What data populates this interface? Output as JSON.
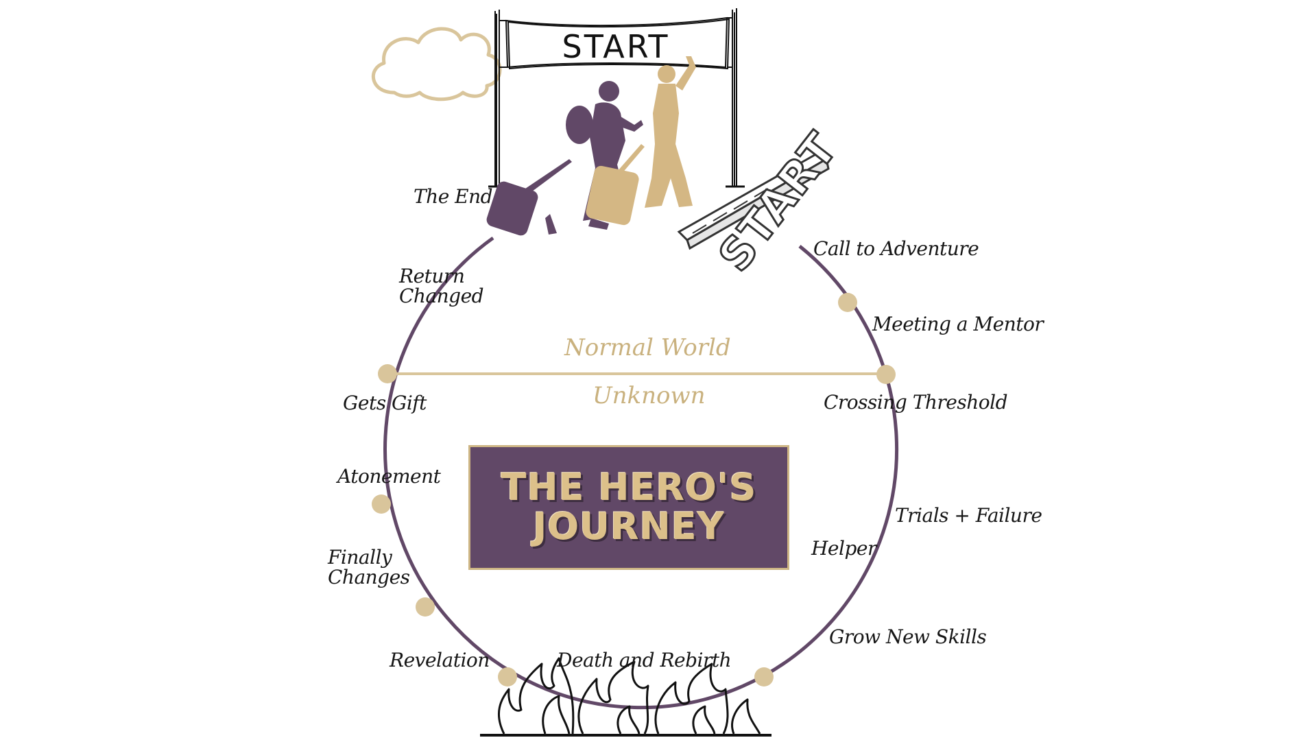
{
  "title": {
    "line1": "THE HERO'S",
    "line2": "JOURNEY"
  },
  "banner": {
    "text": "START"
  },
  "start_marker": {
    "text": "START"
  },
  "worlds": {
    "top": "Normal World",
    "bottom": "Unknown"
  },
  "stages": {
    "the_end": "The End",
    "call_to_adventure": "Call to Adventure",
    "meeting_mentor": "Meeting a Mentor",
    "crossing_threshold": "Crossing Threshold",
    "trials_failure": "Trials + Failure",
    "helper": "Helper",
    "grow_new_skills": "Grow New Skills",
    "death_rebirth": "Death and Rebirth",
    "revelation": "Revelation",
    "finally_changes": "Finally Changes",
    "atonement": "Atonement",
    "gets_gift": "Gets Gift",
    "return_changed": "Return Changed"
  },
  "colors": {
    "purple": "#614867",
    "gold": "#d9c59b",
    "gold_text": "#c9b17e",
    "ink": "#161616"
  },
  "icons": [
    "cloud-icon",
    "banner-icon",
    "traveler-icon",
    "start-block-icon",
    "fire-icon"
  ]
}
